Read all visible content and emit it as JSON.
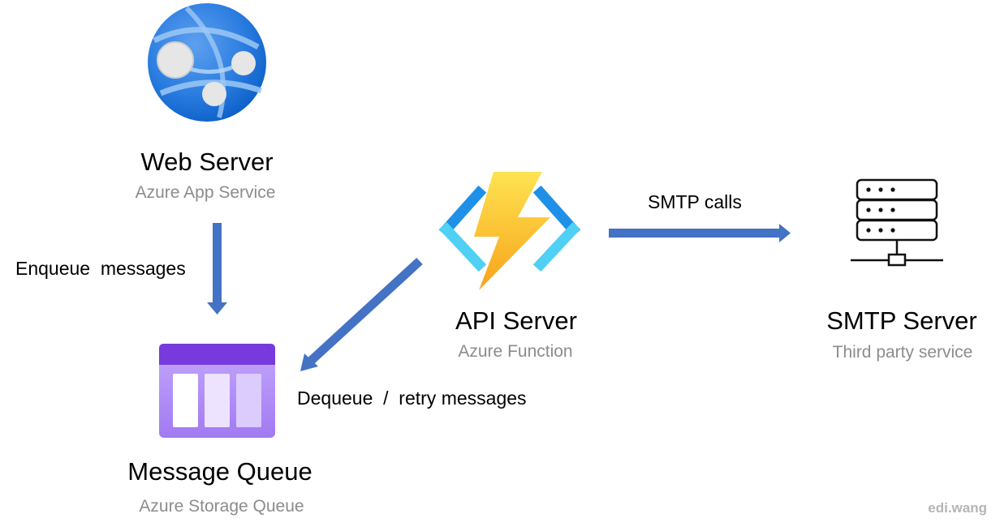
{
  "nodes": {
    "web_server": {
      "title": "Web Server",
      "subtitle": "Azure App Service"
    },
    "message_queue": {
      "title": "Message Queue",
      "subtitle": "Azure Storage Queue"
    },
    "api_server": {
      "title": "API Server",
      "subtitle": "Azure Function"
    },
    "smtp_server": {
      "title": "SMTP Server",
      "subtitle": "Third party service"
    }
  },
  "edges": {
    "enqueue": {
      "label": "Enqueue  messages"
    },
    "dequeue": {
      "label": "Dequeue  /  retry messages"
    },
    "smtp": {
      "label": "SMTP calls"
    }
  },
  "watermark": "edi.wang",
  "icons": {
    "web_server": "app-service-globe-icon",
    "message_queue": "storage-queue-icon",
    "api_server": "function-lightning-icon",
    "smtp_server": "server-rack-icon"
  },
  "colors": {
    "arrow": "#4472c4",
    "subtitle": "#8c8c8c",
    "queue_header": "#773adc",
    "queue_body": "#b796f9",
    "globe": "#0d78d6",
    "bolt": "#fcc21b",
    "bracket": "#1e90e8"
  }
}
